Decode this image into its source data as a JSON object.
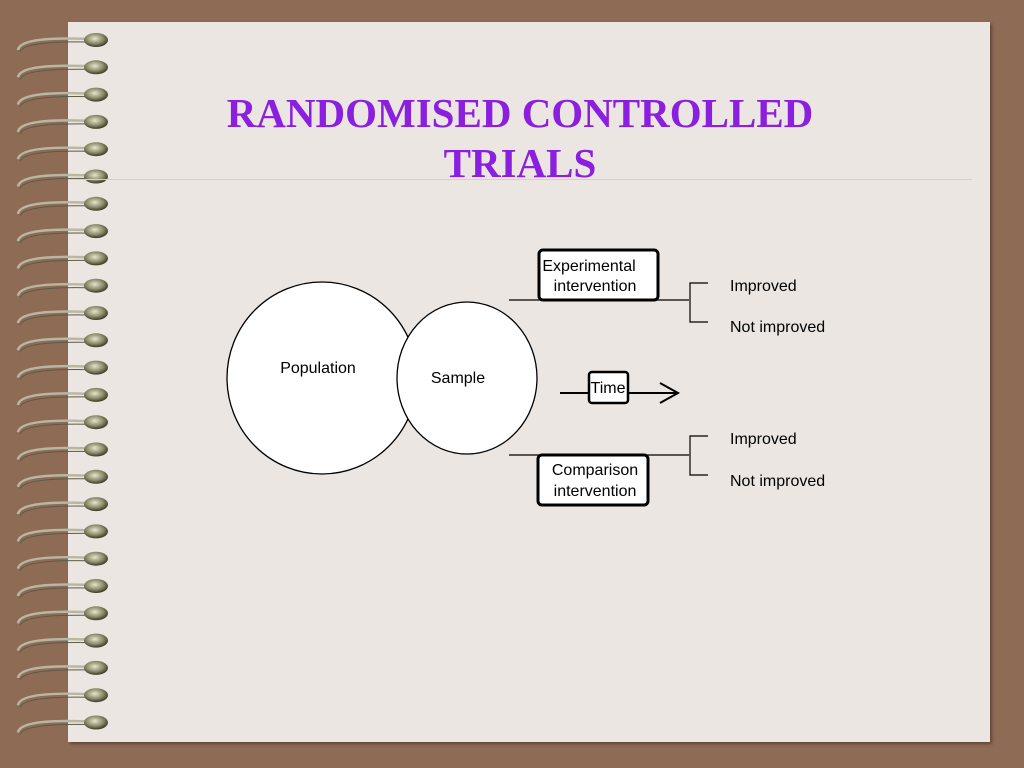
{
  "slide": {
    "title": "RANDOMISED CONTROLLED TRIALS"
  },
  "diagram": {
    "population": "Population",
    "sample": "Sample",
    "time": "Time",
    "experimental": {
      "line1": "Experimental",
      "line2": "intervention"
    },
    "comparison": {
      "line1": "Comparison",
      "line2": "intervention"
    },
    "experimental_outcomes": [
      "Improved",
      "Not improved"
    ],
    "comparison_outcomes": [
      "Improved",
      "Not improved"
    ]
  },
  "colors": {
    "title": "#8a1fe0",
    "background": "#8e6b55",
    "page": "#ebe6e2"
  },
  "icons": {
    "binding": "spiral-binding-icon",
    "arrow": "right-arrow-icon"
  }
}
